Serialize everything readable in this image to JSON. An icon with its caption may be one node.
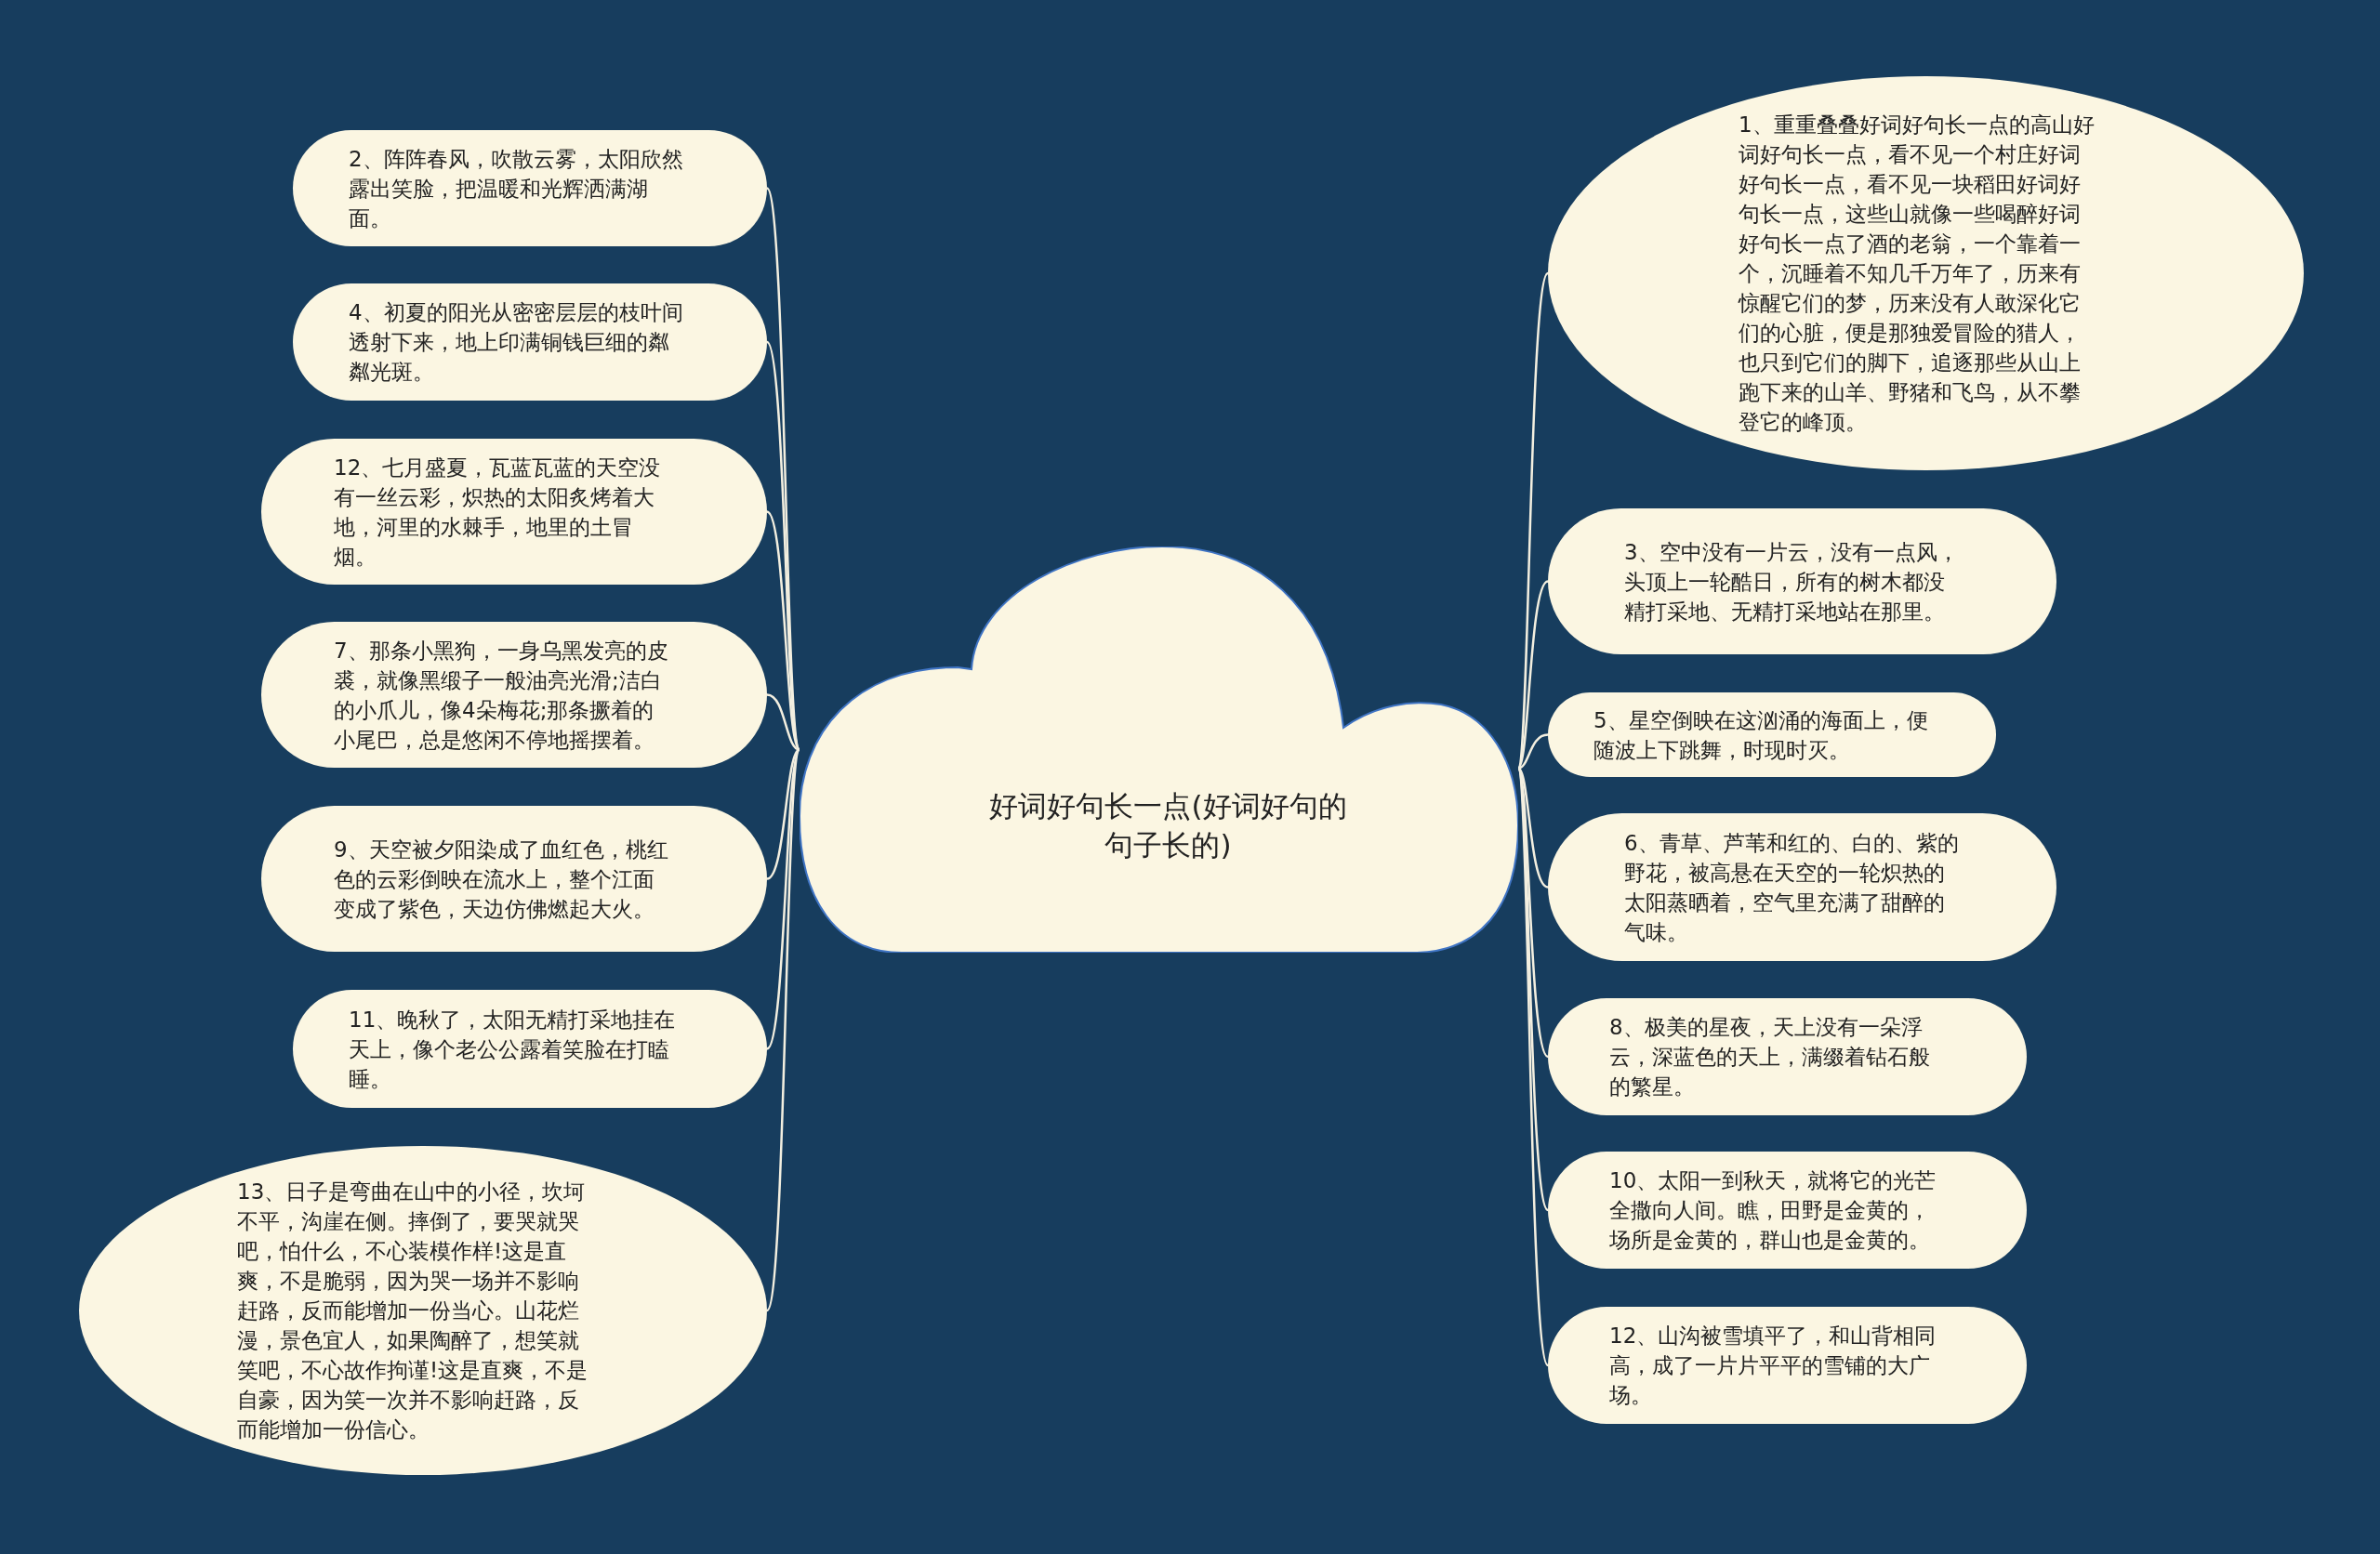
{
  "diagram": {
    "nodes": [
      {
        "text": [
          "好词好句长一点(好词好句的句子长的)"
        ]
      },
      {
        "text": [
          "2、阵阵春风，吹散云雾，太阳欣然露出笑脸，把温暖和光辉洒满湖面。"
        ]
      },
      {
        "text": [
          "4、初夏的阳光从密密层层的枝叶间透射下来，地上印满铜钱巨细的粼粼光斑。"
        ]
      },
      {
        "text": [
          "12、七月盛夏，瓦蓝瓦蓝的天空没有一丝云彩，炽热的太阳炙烤着大地，河里的水棘手，地里的土冒烟。"
        ]
      },
      {
        "text": [
          "7、那条小黑狗，一身乌黑发亮的皮裘，就像黑缎子一般油亮光滑;洁白的小爪儿，像4朵梅花;那条撅着的小尾巴，总是悠闲不停地摇摆着。"
        ]
      },
      {
        "text": [
          "9、天空被夕阳染成了血红色，桃红色的云彩倒映在流水上，整个江面变成了紫色，天边仿佛燃起大火。"
        ]
      },
      {
        "text": [
          "11、晚秋了，太阳无精打采地挂在天上，像个老公公露着笑脸在打瞌睡。"
        ]
      },
      {
        "text": [
          "13、日子是弯曲在山中的小径，坎坷不平，沟崖在侧。摔倒了，要哭就哭吧，怕什么，不心装模作样!这是直爽，不是脆弱，因为哭一场并不影响赶路，反而能增加一份当心。山花烂漫，景色宜人，如果陶醉了，想笑就笑吧，不心故作拘谨!这是直爽，不是自豪，因为笑一次并不影响赶路，反而能增加一份信心。"
        ]
      },
      {
        "text": [
          "1、重重叠叠好词好句长一点的高山好词好句长一点，看不见一个村庄好词好句长一点，看不见一块稻田好词好句长一点，这些山就像一些喝醉好词好句长一点了酒的老翁，一个靠着一个，沉睡着不知几千万年了，历来有惊醒它们的梦，历来没有人敢深化它们的心脏，便是那独爱冒险的猎人，也只到它们的脚下，追逐那些从山上跑下来的山羊、野猪和飞鸟，从不攀登它的峰顶。"
        ]
      },
      {
        "text": [
          "3、空中没有一片云，没有一点风，头顶上一轮酷日，所有的树木都没精打采地、无精打采地站在那里。"
        ]
      },
      {
        "text": [
          "5、星空倒映在这汹涌的海面上，便随波上下跳舞，时现时灭。"
        ]
      },
      {
        "text": [
          "6、青草、芦苇和红的、白的、紫的野花，被高悬在天空的一轮炽热的太阳蒸晒着，空气里充满了甜醉的气味。"
        ]
      },
      {
        "text": [
          "8、极美的星夜，天上没有一朵浮云，深蓝色的天上，满缀着钻石般的繁星。"
        ]
      },
      {
        "text": [
          "10、太阳一到秋天，就将它的光芒全撒向人间。瞧，田野是金黄的，场所是金黄的，群山也是金黄的。"
        ]
      },
      {
        "text": [
          "12、山沟被雪填平了，和山背相同高，成了一片片平平的雪铺的大广场。"
        ]
      }
    ],
    "edges": [
      {
        "from": 0,
        "to": 1,
        "arrow": "none"
      },
      {
        "from": 0,
        "to": 2,
        "arrow": "none"
      },
      {
        "from": 0,
        "to": 3,
        "arrow": "none"
      },
      {
        "from": 0,
        "to": 4,
        "arrow": "none"
      },
      {
        "from": 0,
        "to": 5,
        "arrow": "none"
      },
      {
        "from": 0,
        "to": 6,
        "arrow": "none"
      },
      {
        "from": 0,
        "to": 7,
        "arrow": "none"
      },
      {
        "from": 0,
        "to": 8,
        "arrow": "none"
      },
      {
        "from": 0,
        "to": 9,
        "arrow": "none"
      },
      {
        "from": 0,
        "to": 10,
        "arrow": "none"
      },
      {
        "from": 0,
        "to": 11,
        "arrow": "none"
      },
      {
        "from": 0,
        "to": 12,
        "arrow": "none"
      },
      {
        "from": 0,
        "to": 13,
        "arrow": "none"
      },
      {
        "from": 0,
        "to": 14,
        "arrow": "none"
      }
    ]
  }
}
